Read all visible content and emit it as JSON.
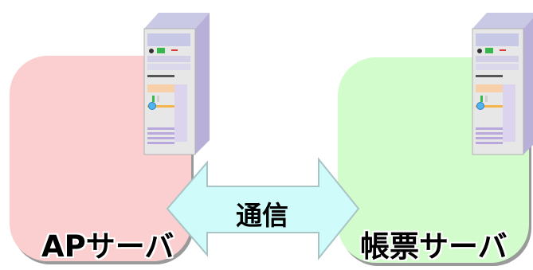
{
  "left_box": {
    "label": "APサーバ",
    "color": "#fbcfd0"
  },
  "right_box": {
    "label": "帳票サーバ",
    "color": "#d3fccc"
  },
  "connector": {
    "label": "通信",
    "color": "#cffbfb",
    "direction": "bidirectional"
  },
  "icons": {
    "server": "server-tower-icon"
  }
}
